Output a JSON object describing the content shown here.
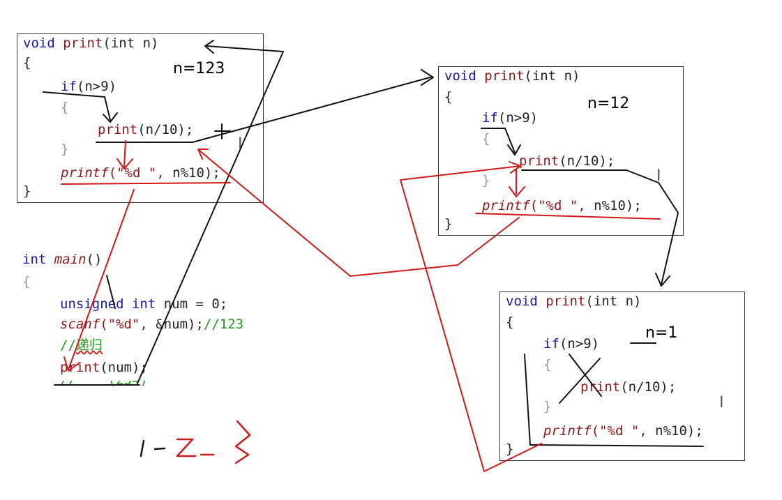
{
  "box1": {
    "lines": {
      "l1_kw": "void",
      "l1_fn": "print",
      "l1_rest": "(int n)",
      "l2": "{",
      "l3_kw": "if",
      "l3_rest": "(n>9)",
      "l4": "{",
      "l5_fn": "print",
      "l5_rest": "(n/10);",
      "l6": "}",
      "l7_fn": "printf",
      "l7_str": "(\"%d \",",
      "l7_rest": " n%10);",
      "l8": "}"
    },
    "annotation": "n=123"
  },
  "box2": {
    "lines": {
      "l1_kw": "void",
      "l1_fn": "print",
      "l1_rest": "(int n)",
      "l2": "{",
      "l3_kw": "if",
      "l3_rest": "(n>9)",
      "l4": "{",
      "l5_fn": "print",
      "l5_rest": "(n/10);",
      "l6": "}",
      "l7_fn": "printf",
      "l7_str": "(\"%d \",",
      "l7_rest": " n%10);",
      "l8": "}"
    },
    "annotation": "n=12"
  },
  "box3": {
    "lines": {
      "l1_kw": "void",
      "l1_fn": "print",
      "l1_rest": "(int n)",
      "l2": "{",
      "l3_kw": "if",
      "l3_rest": "(n>9)",
      "l4": "{",
      "l5_fn": "print",
      "l5_rest": "(n/10);",
      "l6": "}",
      "l7_fn": "printf",
      "l7_str": "(\"%d \",",
      "l7_rest": " n%10);",
      "l8": "}"
    },
    "annotation": "n=1"
  },
  "main": {
    "l1_kw": "int",
    "l1_fn": "main",
    "l1_rest": "()",
    "l2": "{",
    "l3_kw": "unsigned int",
    "l3_rest": " num = 0;",
    "l4_fn": "scanf",
    "l4_str": "(\"%d\",",
    "l4_rest": " &num);",
    "l4_cm": "//123",
    "l5_cm": "//",
    "l5_cn": "递归",
    "l6_fn": "print",
    "l6_rest": "(num);"
  },
  "handwriting": {
    "output": "1-2-3"
  },
  "colors": {
    "red_arrow": "#d01818",
    "black_arrow": "#111111"
  }
}
